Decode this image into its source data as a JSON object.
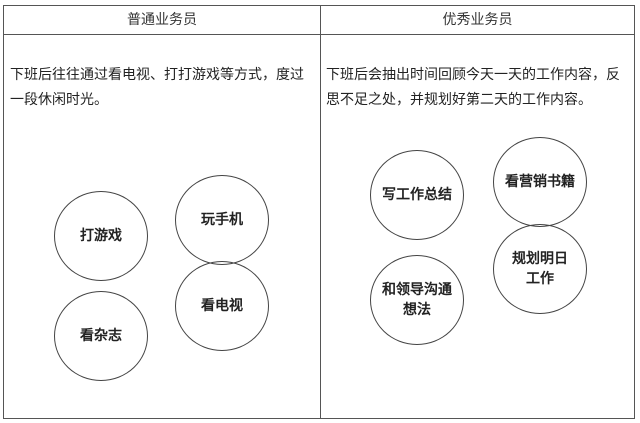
{
  "columns": [
    {
      "header": "普通业务员",
      "description": "下班后往往通过看电视、打打游戏等方式，度过一段休闲时光。",
      "activities": [
        "打游戏",
        "玩手机",
        "看电视",
        "看杂志"
      ]
    },
    {
      "header": "优秀业务员",
      "description": "下班后会抽出时间回顾今天一天的工作内容，反思不足之处，并规划好第二天的工作内容。",
      "activities": [
        "写工作总结",
        "看营销书籍",
        "规划明日工作",
        "和领导沟通想法"
      ]
    }
  ]
}
